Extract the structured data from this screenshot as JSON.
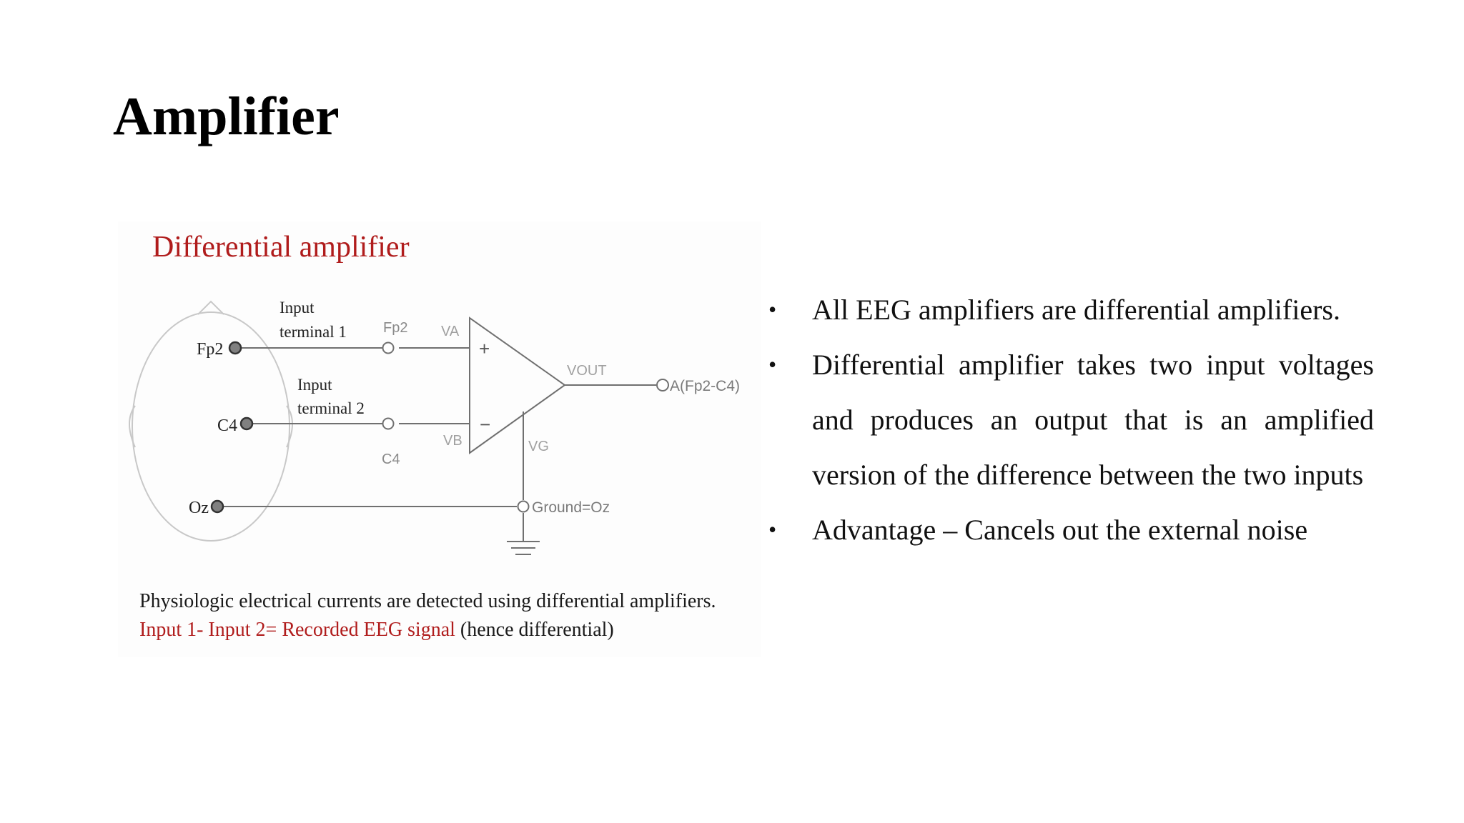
{
  "slide": {
    "title": "Amplifier"
  },
  "figure": {
    "title": "Differential amplifier",
    "electrodes": {
      "fp2": "Fp2",
      "c4": "C4",
      "oz": "Oz"
    },
    "labels": {
      "input_terminal_1_line1": "Input",
      "input_terminal_1_line2": "terminal 1",
      "input_terminal_2_line1": "Input",
      "input_terminal_2_line2": "terminal 2",
      "fp2_node": "Fp2",
      "c4_node": "C4",
      "va": "VA",
      "vb": "VB",
      "vout": "VOUT",
      "vg": "VG",
      "plus": "+",
      "minus": "−",
      "output": "A(Fp2-C4)",
      "ground": "Ground=Oz"
    },
    "caption": {
      "line1": "Physiologic electrical currents are detected using differential amplifiers.",
      "line2_red": "Input 1- Input 2= Recorded EEG signal",
      "line2_rest": " (hence differential)"
    },
    "colors": {
      "title_red": "#b01c1c",
      "wire": "#707070",
      "label_gray": "#8a8a8a"
    }
  },
  "bullets": [
    "All EEG amplifiers are differential amplifiers.",
    "Differential amplifier takes two input voltages and produces an output that is an amplified version of the difference between the two inputs",
    "Advantage – Cancels out the external noise"
  ]
}
